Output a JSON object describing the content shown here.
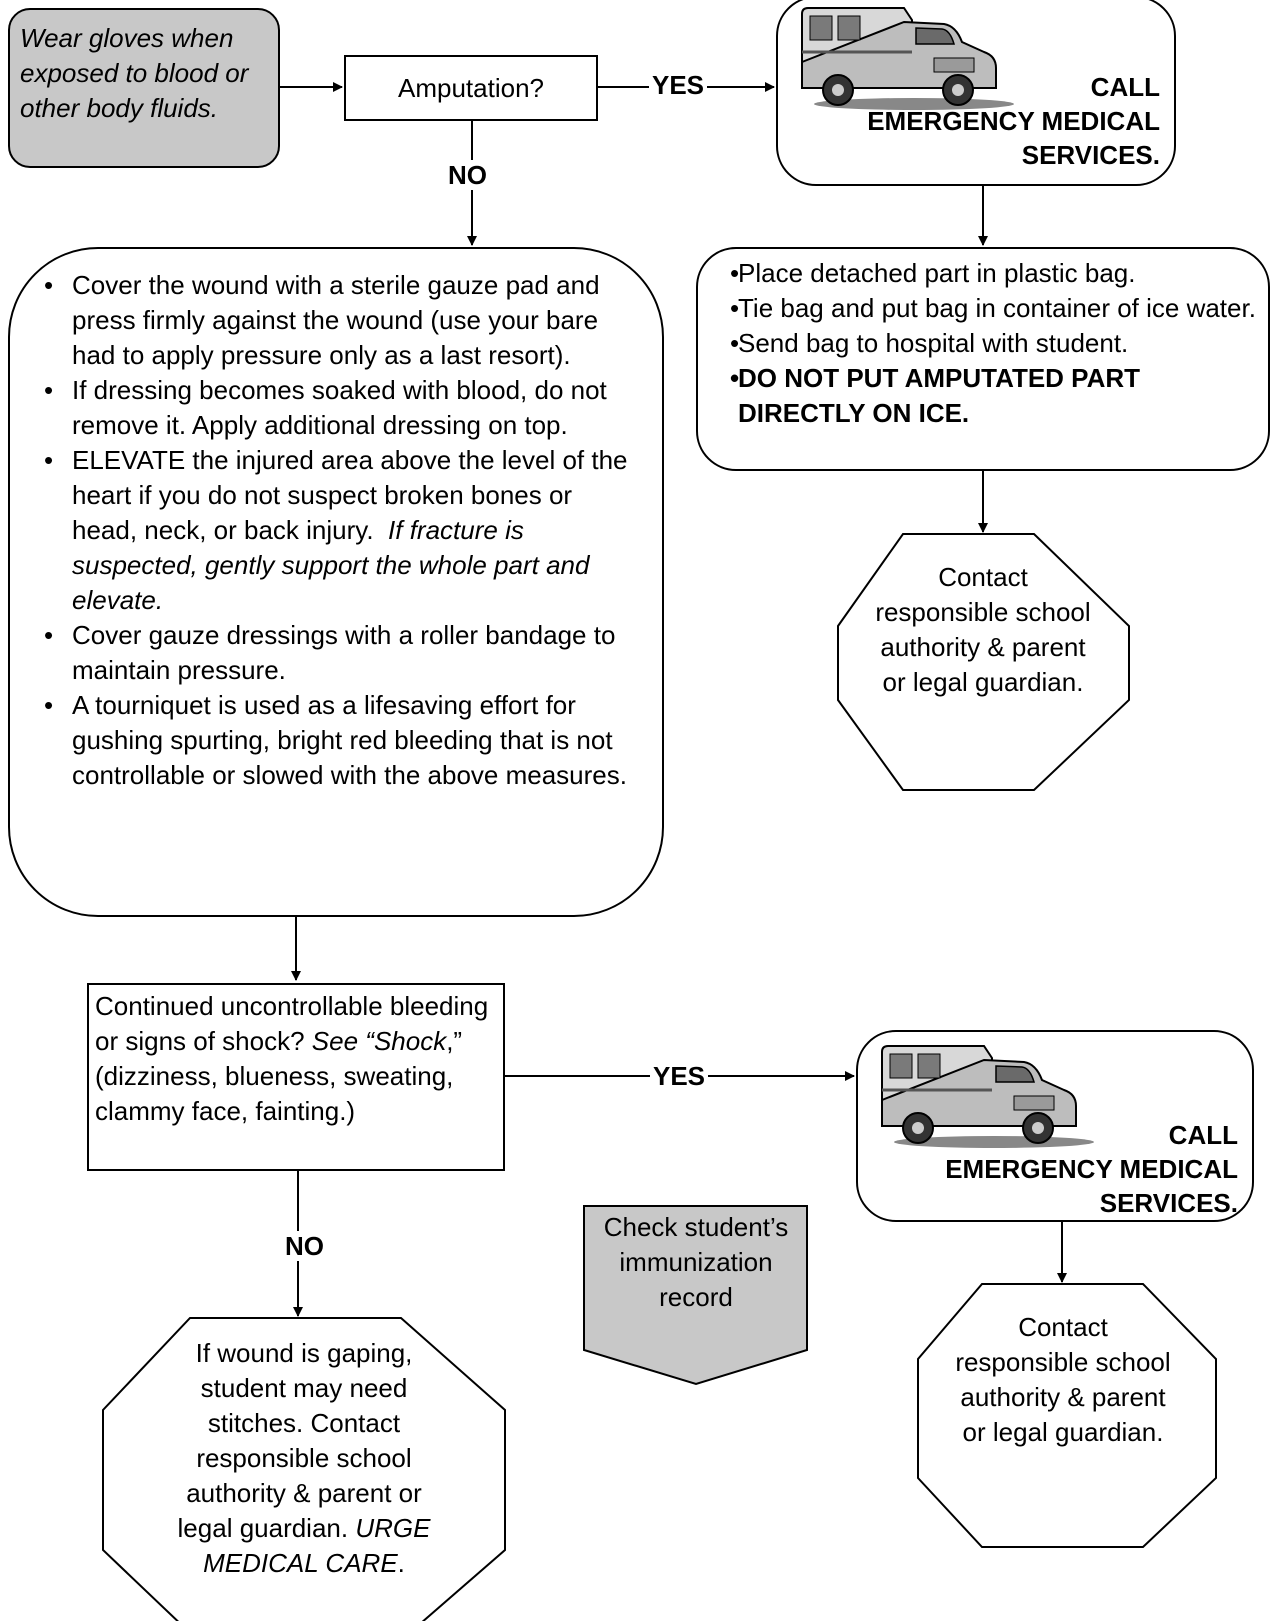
{
  "start_box": {
    "text": "Wear gloves when exposed to blood or other body fluids."
  },
  "amputation": {
    "text": "Amputation?"
  },
  "labels": {
    "yes1": "YES",
    "no1": "NO",
    "yes2": "YES",
    "no2": "NO"
  },
  "ems": {
    "line1": "CALL",
    "line2": "EMERGENCY MEDICAL",
    "line3": "SERVICES."
  },
  "care_box": {
    "items": [
      {
        "text": "Cover the wound with a sterile gauze pad and press firmly against the wound (use your bare had to apply pressure only as a last resort)."
      },
      {
        "text": "If dressing becomes soaked with blood, do not remove it.  Apply additional dressing on top."
      },
      {
        "text": "ELEVATE the injured area above the level of the heart if you do not suspect broken bones or head, neck, or back injury.",
        "italic": "If fracture is suspected, gently support the whole part and elevate."
      },
      {
        "text": "Cover gauze dressings with a roller bandage to maintain pressure."
      },
      {
        "text": "A tourniquet is used as a lifesaving effort for gushing spurting, bright red bleeding that is not controllable or slowed with the above measures."
      }
    ]
  },
  "amp_care": {
    "items": [
      {
        "text": "Place detached part in plastic bag."
      },
      {
        "text": "Tie bag and put bag in container of ice water."
      },
      {
        "text": "Send bag to hospital with student."
      },
      {
        "text": "DO NOT PUT AMPUTATED PART DIRECTLY ON ICE."
      }
    ]
  },
  "contact1": {
    "text": "Contact responsible school authority & parent or legal guardian."
  },
  "contact2": {
    "text": "Contact responsible school authority & parent or legal guardian."
  },
  "bleeding_q": {
    "line1": "Continued uncontrollable bleeding or signs of shock?",
    "see": "See “Shock",
    "rest": ",” (dizziness, blueness, sweating, clammy face, fainting.)"
  },
  "gaping": {
    "text": "If wound is gaping, student may need stitches. Contact responsible school authority & parent or legal guardian.",
    "urge": "URGE MEDICAL CARE",
    "dot": "."
  },
  "immunization": {
    "text": "Check student’s immunization record"
  }
}
